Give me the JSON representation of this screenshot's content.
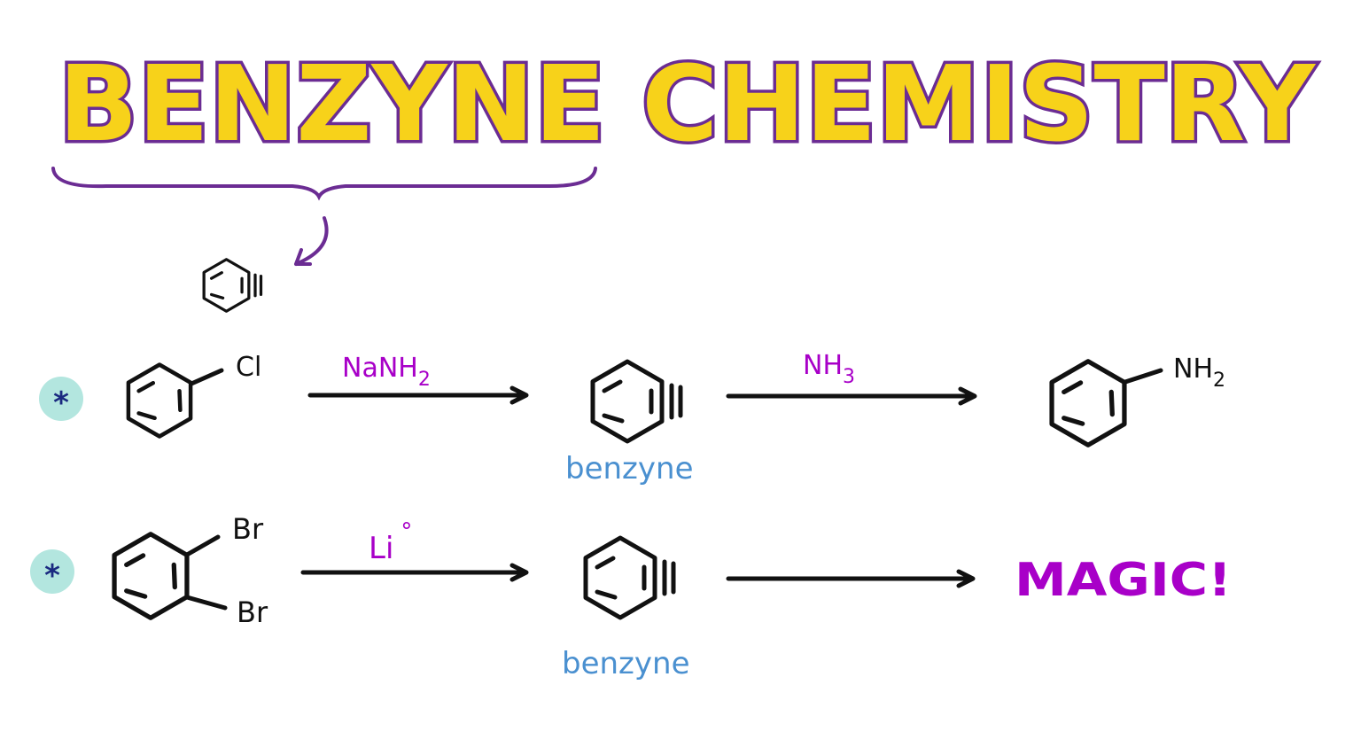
{
  "title": "BENZYNE CHEMISTRY",
  "colors": {
    "title_fill": "#f7d21a",
    "title_outline": "#6b2c93",
    "reagent": "#a800c8",
    "label": "#4a90d0",
    "badge": "#b3e6df",
    "asterisk": "#1a2a80"
  },
  "row1": {
    "badge": "*",
    "substituent": "Cl",
    "reagent1": {
      "main": "NaNH",
      "sub": "2"
    },
    "intermediate_label": "benzyne",
    "reagent2": {
      "main": "NH",
      "sub": "3"
    },
    "product": {
      "main": "NH",
      "sub": "2"
    }
  },
  "row2": {
    "badge": "*",
    "substituent_top": "Br",
    "substituent_bottom": "Br",
    "reagent1": {
      "main": "Li",
      "sup": "°"
    },
    "intermediate_label": "benzyne",
    "product": "MAGIC!"
  }
}
